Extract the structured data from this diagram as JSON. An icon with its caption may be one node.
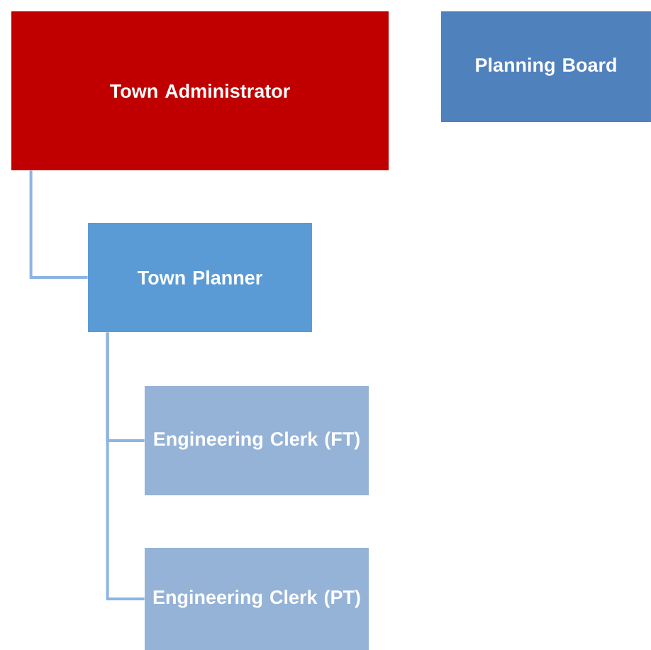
{
  "diagram": {
    "nodes": [
      {
        "text": [
          "Town Administrator"
        ]
      },
      {
        "text": [
          "Planning Board"
        ]
      },
      {
        "text": [
          "Town Planner"
        ]
      },
      {
        "text": [
          "Engineering Clerk (FT)"
        ]
      },
      {
        "text": [
          "Engineering Clerk (PT)"
        ]
      }
    ],
    "edges": [
      {
        "from": 0,
        "to": 2,
        "arrow": "none"
      },
      {
        "from": 2,
        "to": 3,
        "arrow": "none"
      },
      {
        "from": 2,
        "to": 4,
        "arrow": "none"
      }
    ]
  }
}
